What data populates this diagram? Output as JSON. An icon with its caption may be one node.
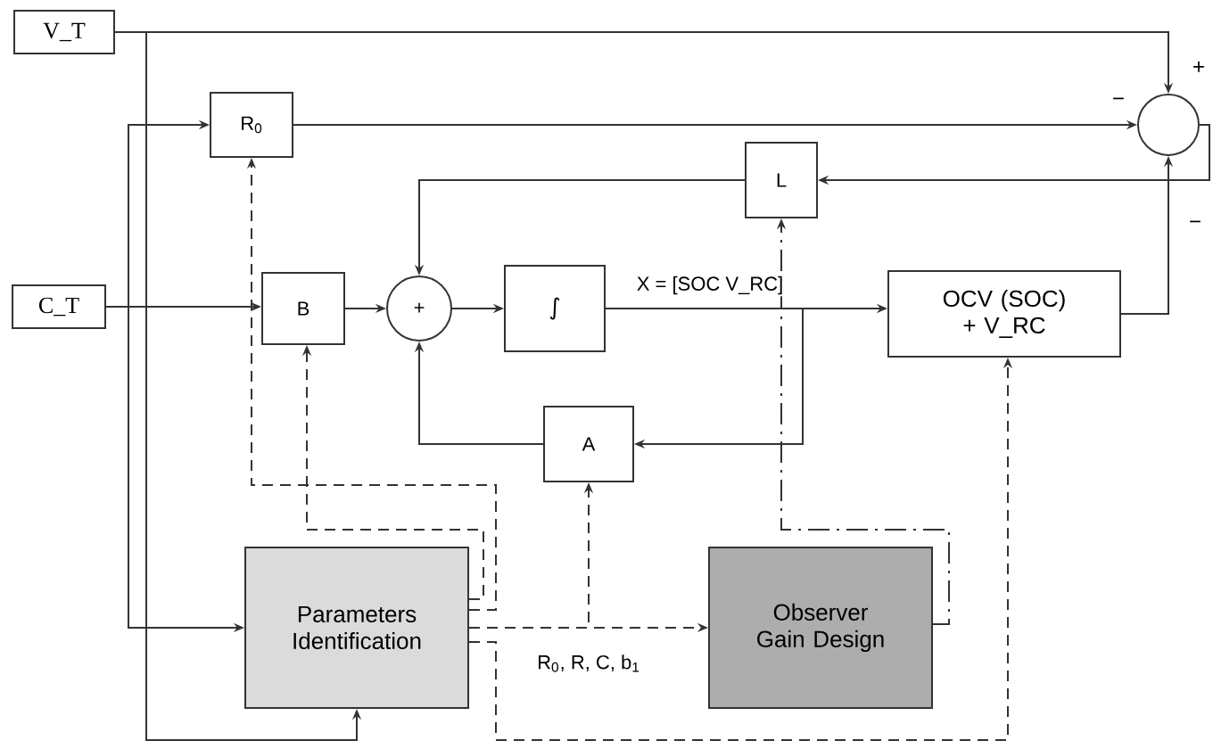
{
  "diagram": {
    "nodes": [
      {
        "text": [
          "V_T"
        ]
      },
      {
        "text": [
          "C_T"
        ]
      },
      {
        "text": [
          "R$_{0}$"
        ]
      },
      {
        "text": [
          "B"
        ]
      },
      {
        "text": [
          "+"
        ]
      },
      {
        "text": [
          "∫"
        ]
      },
      {
        "text": [
          "L"
        ]
      },
      {
        "text": [
          "A"
        ]
      },
      {
        "text": [
          "OCV (SOC) + V_RC"
        ]
      },
      {
        "text": [],
        "shape": "circle",
        "beside": [
          "+",
          "−",
          "−"
        ]
      },
      {
        "text": [
          "Parameters Identification"
        ]
      },
      {
        "text": [
          "Observer Gain Design"
        ]
      }
    ],
    "edges": [
      {
        "from": 0,
        "to": 9,
        "arrow": "to"
      },
      {
        "from": 2,
        "to": 9,
        "arrow": "to"
      },
      {
        "from": 8,
        "to": 9,
        "arrow": "to"
      },
      {
        "from": 9,
        "to": 6,
        "arrow": "to"
      },
      {
        "from": 6,
        "to": 4,
        "arrow": "to"
      },
      {
        "from": 1,
        "to": 3,
        "arrow": "to"
      },
      {
        "from": 1,
        "to": 2,
        "arrow": "to"
      },
      {
        "from": 1,
        "to": 10,
        "arrow": "to"
      },
      {
        "from": 0,
        "to": 10,
        "arrow": "to"
      },
      {
        "from": 3,
        "to": 4,
        "arrow": "to"
      },
      {
        "from": 4,
        "to": 5,
        "arrow": "to"
      },
      {
        "from": 5,
        "to": 8,
        "arrow": "to",
        "label": "X = [SOC V_RC]"
      },
      {
        "from": 5,
        "to": 7,
        "arrow": "to"
      },
      {
        "from": 7,
        "to": 4,
        "arrow": "to"
      },
      {
        "from": 10,
        "to": 11,
        "arrow": "to",
        "style": "dashed",
        "label": "R$_{0}$, R, C, b$_{1}$"
      },
      {
        "from": 10,
        "to": 7,
        "arrow": "to",
        "style": "dashed"
      },
      {
        "from": 10,
        "to": 2,
        "arrow": "to",
        "style": "dashed"
      },
      {
        "from": 10,
        "to": 3,
        "arrow": "to",
        "style": "dashed"
      },
      {
        "from": 10,
        "to": 8,
        "arrow": "to",
        "style": "dashed"
      },
      {
        "from": 11,
        "to": 6,
        "arrow": "to",
        "style": "dashed"
      }
    ]
  }
}
